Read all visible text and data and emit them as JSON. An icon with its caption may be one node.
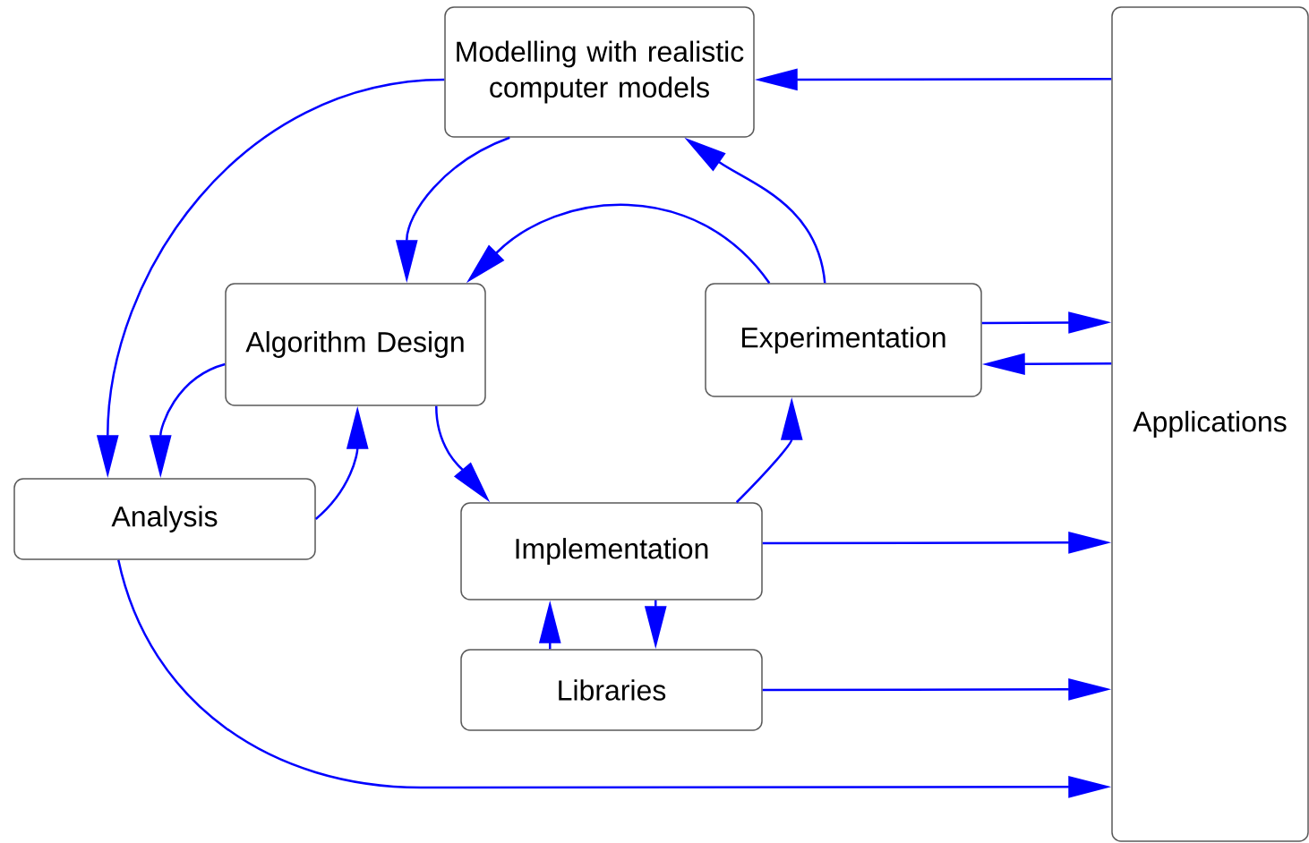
{
  "diagram": {
    "nodes": [
      {
        "text": [
          "Modelling with realistic computer models"
        ]
      },
      {
        "text": [
          "Algorithm Design"
        ]
      },
      {
        "text": [
          "Experimentation"
        ]
      },
      {
        "text": [
          "Analysis"
        ]
      },
      {
        "text": [
          "Implementation"
        ]
      },
      {
        "text": [
          "Libraries"
        ]
      },
      {
        "text": [
          "Applications"
        ]
      }
    ],
    "edges": [
      {
        "from": 6,
        "to": 0,
        "arrow": "to"
      },
      {
        "from": 0,
        "to": 1,
        "arrow": "to"
      },
      {
        "from": 0,
        "to": 3,
        "arrow": "to"
      },
      {
        "from": 2,
        "to": 0,
        "arrow": "to"
      },
      {
        "from": 2,
        "to": 1,
        "arrow": "to"
      },
      {
        "from": 2,
        "to": 6,
        "arrow": "to"
      },
      {
        "from": 6,
        "to": 2,
        "arrow": "to"
      },
      {
        "from": 1,
        "to": 3,
        "arrow": "to"
      },
      {
        "from": 3,
        "to": 1,
        "arrow": "to"
      },
      {
        "from": 1,
        "to": 4,
        "arrow": "to"
      },
      {
        "from": 4,
        "to": 2,
        "arrow": "to"
      },
      {
        "from": 4,
        "to": 6,
        "arrow": "to"
      },
      {
        "from": 5,
        "to": 4,
        "arrow": "to"
      },
      {
        "from": 4,
        "to": 5,
        "arrow": "to"
      },
      {
        "from": 5,
        "to": 6,
        "arrow": "to"
      },
      {
        "from": 3,
        "to": 6,
        "arrow": "to"
      }
    ]
  }
}
